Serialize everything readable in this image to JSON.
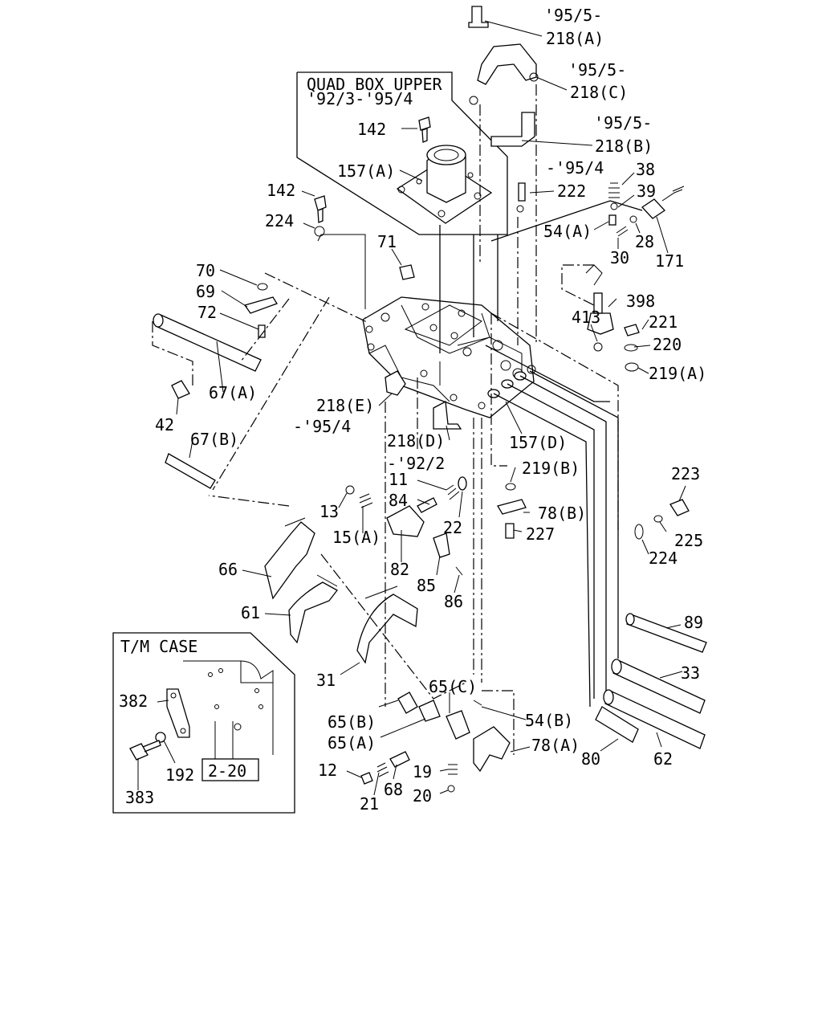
{
  "diagram": {
    "frame_upper": {
      "title": "QUAD BOX UPPER",
      "date": "'92/3-'95/4"
    },
    "frame_inset": {
      "title": "T/M CASE",
      "ref": "2-20"
    },
    "labels": [
      {
        "id": "note-95-5-a",
        "text": "'95/5-"
      },
      {
        "id": "218A",
        "text": "218(A)"
      },
      {
        "id": "note-95-5-c",
        "text": "'95/5-"
      },
      {
        "id": "218C",
        "text": "218(C)"
      },
      {
        "id": "note-95-5-b",
        "text": "'95/5-"
      },
      {
        "id": "218B",
        "text": "218(B)"
      },
      {
        "id": "142a",
        "text": "142"
      },
      {
        "id": "157A",
        "text": "157(A)"
      },
      {
        "id": "note-95-4-a",
        "text": "-'95/4"
      },
      {
        "id": "38",
        "text": "38"
      },
      {
        "id": "222",
        "text": "222"
      },
      {
        "id": "39",
        "text": "39"
      },
      {
        "id": "142b",
        "text": "142"
      },
      {
        "id": "224a",
        "text": "224"
      },
      {
        "id": "54A",
        "text": "54(A)"
      },
      {
        "id": "28",
        "text": "28"
      },
      {
        "id": "71",
        "text": "71"
      },
      {
        "id": "30",
        "text": "30"
      },
      {
        "id": "171",
        "text": "171"
      },
      {
        "id": "70",
        "text": "70"
      },
      {
        "id": "69",
        "text": "69"
      },
      {
        "id": "72",
        "text": "72"
      },
      {
        "id": "398",
        "text": "398"
      },
      {
        "id": "413",
        "text": "413"
      },
      {
        "id": "221",
        "text": "221"
      },
      {
        "id": "220",
        "text": "220"
      },
      {
        "id": "219A",
        "text": "219(A)"
      },
      {
        "id": "67A",
        "text": "67(A)"
      },
      {
        "id": "218E",
        "text": "218(E)"
      },
      {
        "id": "note-95-4-b",
        "text": "-'95/4"
      },
      {
        "id": "42",
        "text": "42"
      },
      {
        "id": "67B",
        "text": "67(B)"
      },
      {
        "id": "218D",
        "text": "218(D)"
      },
      {
        "id": "157D",
        "text": "157(D)"
      },
      {
        "id": "note-92-2",
        "text": "-'92/2"
      },
      {
        "id": "219B",
        "text": "219(B)"
      },
      {
        "id": "11",
        "text": "11"
      },
      {
        "id": "223",
        "text": "223"
      },
      {
        "id": "84",
        "text": "84"
      },
      {
        "id": "13",
        "text": "13"
      },
      {
        "id": "78B",
        "text": "78(B)"
      },
      {
        "id": "22",
        "text": "22"
      },
      {
        "id": "15A",
        "text": "15(A)"
      },
      {
        "id": "227",
        "text": "227"
      },
      {
        "id": "225",
        "text": "225"
      },
      {
        "id": "224b",
        "text": "224"
      },
      {
        "id": "82",
        "text": "82"
      },
      {
        "id": "66",
        "text": "66"
      },
      {
        "id": "85",
        "text": "85"
      },
      {
        "id": "86",
        "text": "86"
      },
      {
        "id": "61",
        "text": "61"
      },
      {
        "id": "89",
        "text": "89"
      },
      {
        "id": "33",
        "text": "33"
      },
      {
        "id": "31",
        "text": "31"
      },
      {
        "id": "65C",
        "text": "65(C)"
      },
      {
        "id": "65B",
        "text": "65(B)"
      },
      {
        "id": "54B",
        "text": "54(B)"
      },
      {
        "id": "65A",
        "text": "65(A)"
      },
      {
        "id": "78A",
        "text": "78(A)"
      },
      {
        "id": "80",
        "text": "80"
      },
      {
        "id": "62",
        "text": "62"
      },
      {
        "id": "12",
        "text": "12"
      },
      {
        "id": "19",
        "text": "19"
      },
      {
        "id": "68",
        "text": "68"
      },
      {
        "id": "20",
        "text": "20"
      },
      {
        "id": "21",
        "text": "21"
      },
      {
        "id": "382",
        "text": "382"
      },
      {
        "id": "192",
        "text": "192"
      },
      {
        "id": "383",
        "text": "383"
      }
    ]
  }
}
